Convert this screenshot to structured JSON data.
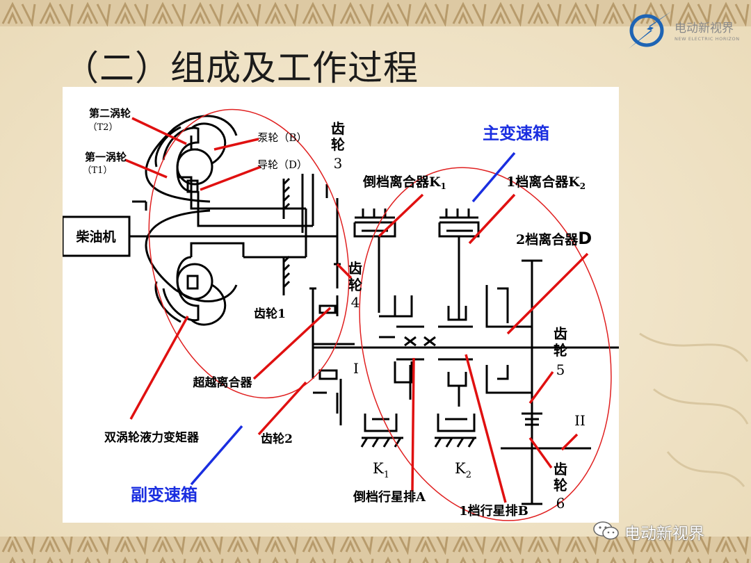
{
  "slide": {
    "title": "（二）组成及工作过程"
  },
  "logo": {
    "name": "电动新视界",
    "subtitle": "NEW ELECTRIC HORIZON",
    "icon": "lightning-circle-logo-icon"
  },
  "watermark": {
    "text": "电动新视界",
    "icon": "wechat-icon"
  },
  "colors": {
    "background": "#efe2c6",
    "band": "#d6c29c",
    "diagram_line": "#000000",
    "pointer_red": "#e01010",
    "pointer_blue": "#1a2ee0",
    "label_blue": "#1a2ee0",
    "ellipse_red": "#e02020",
    "logo_blue": "#1e64b4"
  },
  "diagram": {
    "labels": {
      "second_turbine": "第二涡轮",
      "second_turbine_code": "（T2）",
      "first_turbine": "第一涡轮",
      "first_turbine_code": "（T1）",
      "pump": "泵轮（B）",
      "stator": "导轮（D）",
      "gear3_char1": "齿",
      "gear3_char2": "轮",
      "gear3_num": "3",
      "main_gearbox": "主变速箱",
      "reverse_clutch": "倒档离合器K",
      "reverse_clutch_sub": "1",
      "first_clutch": "1档离合器K",
      "first_clutch_sub": "2",
      "diesel_engine": "柴油机",
      "second_clutch": "2档离合器",
      "second_clutch_letter": "D",
      "gear4_char1": "齿",
      "gear4_char2": "轮",
      "gear4_num": "4",
      "gear1": "齿轮1",
      "gear5_char1": "齿",
      "gear5_char2": "轮",
      "gear5_num": "5",
      "shaft_one": "I",
      "overrunning_clutch": "超越离合器",
      "shaft_two": "II",
      "torque_converter": "双涡轮液力变矩器",
      "gear2": "齿轮2",
      "k1": "K",
      "k1_sub": "1",
      "k2": "K",
      "k2_sub": "2",
      "gear6_char1": "齿",
      "gear6_char2": "轮",
      "gear6_num": "6",
      "aux_gearbox": "副变速箱",
      "reverse_planetary": "倒档行星排A",
      "first_planetary": "1档行星排B"
    }
  }
}
